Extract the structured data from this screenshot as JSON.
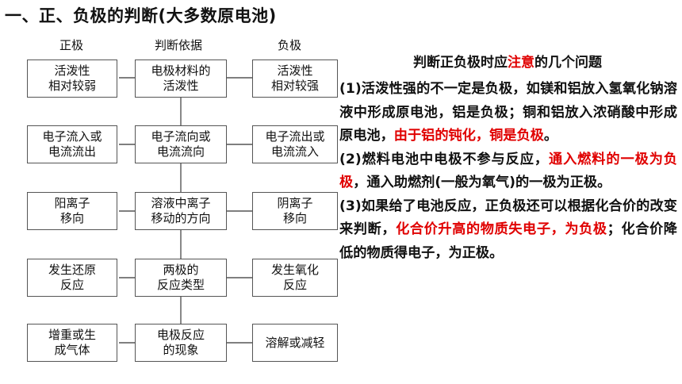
{
  "title": "一、正、负极的判断(大多数原电池)",
  "columns": {
    "positive": "正极",
    "basis": "判断依据",
    "negative": "负极"
  },
  "rows": [
    {
      "positive": "活泼性\n相对较弱",
      "basis": "电极材料的\n活泼性",
      "negative": "活泼性\n相对较强"
    },
    {
      "positive": "电子流入或\n电流流出",
      "basis": "电子流向或\n电流流向",
      "negative": "电子流出或\n电流流入"
    },
    {
      "positive": "阳离子\n移向",
      "basis": "溶液中离子\n移动的方向",
      "negative": "阴离子\n移向"
    },
    {
      "positive": "发生还原\n反应",
      "basis": "两极的\n反应类型",
      "negative": "发生氧化\n反应"
    },
    {
      "positive": "增重或生\n成气体",
      "basis": "电极反应\n的现象",
      "negative": "溶解或减轻"
    }
  ],
  "notes": {
    "title_prefix": "判断正负极时应",
    "title_highlight": "注意",
    "title_suffix": "的几个问题",
    "p1_normal": "(1)活泼性强的不一定是负极，如镁和铝放入氢氧化钠溶液中形成原电池，铝是负极；铜和铝放入浓硝酸中形成原电池，",
    "p1_red": "由于铝的钝化，铜是负极",
    "p1_end": "。",
    "p2_a": "(2)燃料电池中电极不参与反应，",
    "p2_red": "通入燃料的一极为负极",
    "p2_b": "，通入助燃剂(一般为氧气)的一极为正极。",
    "p3_a": "(3)如果给了电池反应，正负极还可以根据化合价的改变来判断，",
    "p3_red": "化合价升高的物质失电子，为负极",
    "p3_b": "；化合价降低的物质得电子，为正极。"
  },
  "colors": {
    "highlight": "#e00000",
    "border": "#555555",
    "text": "#111111"
  }
}
